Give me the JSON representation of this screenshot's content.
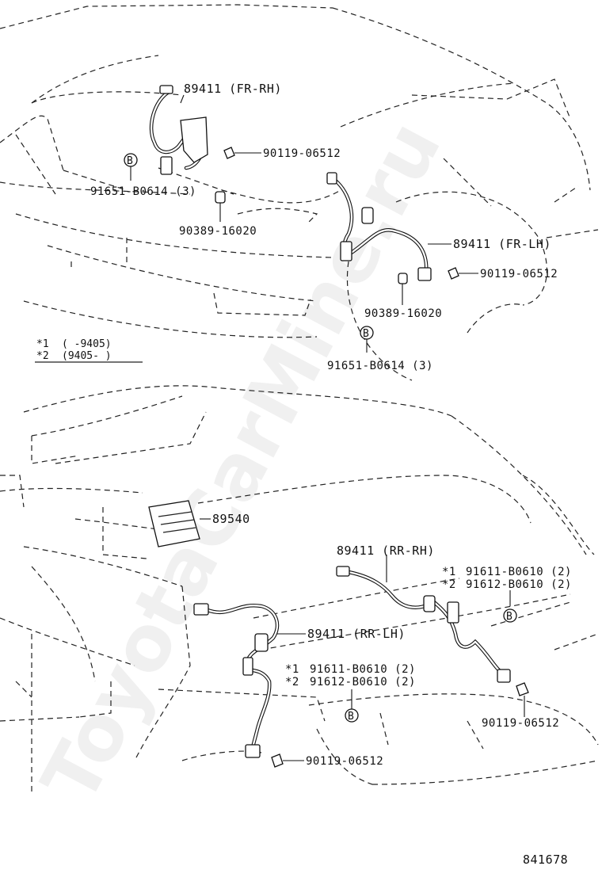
{
  "labels": {
    "fr_rh_sensor": "89411 (FR-RH)",
    "fr_rh_bolt": "90119-06512",
    "fr_rh_clamp_ref": "B",
    "fr_rh_clamp": "91651-B0614 (3)",
    "fr_rh_grommet": "90389-16020",
    "fr_lh_sensor": "89411 (FR-LH)",
    "fr_lh_bolt": "90119-06512",
    "fr_lh_grommet": "90389-16020",
    "fr_lh_clamp_ref": "B",
    "fr_lh_clamp": "91651-B0614 (3)",
    "note_1_mark": "*1",
    "note_1_range": "(     -9405)",
    "note_2_mark": "*2",
    "note_2_range": "(9405-      )",
    "ecu": "89540",
    "rr_rh_sensor": "89411 (RR-RH)",
    "rr_rh_clamp_1": "91611-B0610 (2)",
    "rr_rh_clamp_2": "91612-B0610 (2)",
    "rr_rh_mark_1": "*1",
    "rr_rh_mark_2": "*2",
    "rr_rh_clamp_ref": "B",
    "rr_rh_bolt": "90119-06512",
    "rr_lh_sensor": "89411 (RR-LH)",
    "rr_lh_clamp_1": "91611-B0610 (2)",
    "rr_lh_clamp_2": "91612-B0610 (2)",
    "rr_lh_mark_1": "*1",
    "rr_lh_mark_2": "*2",
    "rr_lh_clamp_ref": "B",
    "rr_lh_bolt": "90119-06512",
    "diagram_number": "841678"
  },
  "watermark": "ToyotaCarMine.ru",
  "icons": {
    "fr_rh_sensor": "abs-speed-sensor-icon",
    "fr_lh_sensor": "abs-speed-sensor-icon",
    "rr_rh_sensor": "abs-speed-sensor-icon",
    "rr_lh_sensor": "abs-speed-sensor-icon",
    "ecu": "abs-ecu-icon",
    "bolt": "bolt-icon",
    "grommet": "grommet-icon",
    "clamp_ref": "circle-letter-icon"
  },
  "colors": {
    "ink": "#111111",
    "background": "#ffffff"
  }
}
